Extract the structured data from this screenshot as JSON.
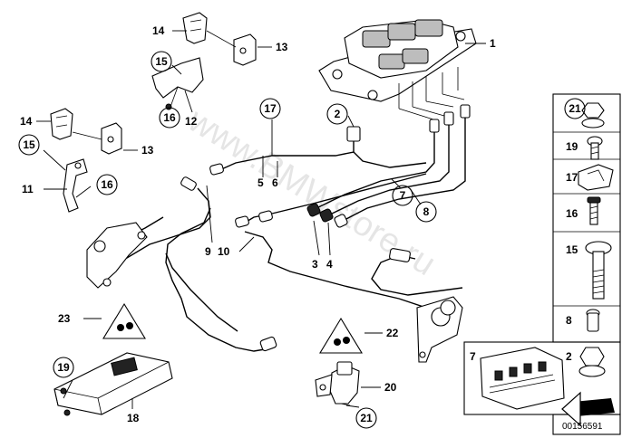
{
  "diagram": {
    "watermark": "www.BMWstore.ru",
    "catalog_number": "00156591",
    "callouts": [
      {
        "id": "c1",
        "text": "1",
        "circled": false
      },
      {
        "id": "c2",
        "text": "2",
        "circled": true
      },
      {
        "id": "c3",
        "text": "3",
        "circled": false
      },
      {
        "id": "c4",
        "text": "4",
        "circled": false
      },
      {
        "id": "c5",
        "text": "5",
        "circled": false
      },
      {
        "id": "c6",
        "text": "6",
        "circled": false
      },
      {
        "id": "c7",
        "text": "7",
        "circled": true
      },
      {
        "id": "c8",
        "text": "8",
        "circled": true
      },
      {
        "id": "c9",
        "text": "9",
        "circled": false
      },
      {
        "id": "c10",
        "text": "10",
        "circled": false
      },
      {
        "id": "c11",
        "text": "11",
        "circled": false
      },
      {
        "id": "c12",
        "text": "12",
        "circled": false
      },
      {
        "id": "c13a",
        "text": "13",
        "circled": false
      },
      {
        "id": "c13b",
        "text": "13",
        "circled": false
      },
      {
        "id": "c14a",
        "text": "14",
        "circled": false
      },
      {
        "id": "c14b",
        "text": "14",
        "circled": false
      },
      {
        "id": "c15a",
        "text": "15",
        "circled": true
      },
      {
        "id": "c15b",
        "text": "15",
        "circled": true
      },
      {
        "id": "c16a",
        "text": "16",
        "circled": true
      },
      {
        "id": "c16b",
        "text": "16",
        "circled": true
      },
      {
        "id": "c17",
        "text": "17",
        "circled": true
      },
      {
        "id": "c18",
        "text": "18",
        "circled": false
      },
      {
        "id": "c19",
        "text": "19",
        "circled": true
      },
      {
        "id": "c20",
        "text": "20",
        "circled": false
      },
      {
        "id": "c21",
        "text": "21",
        "circled": true
      },
      {
        "id": "c22",
        "text": "22",
        "circled": false
      },
      {
        "id": "c23",
        "text": "23",
        "circled": false
      }
    ],
    "side_panel": [
      {
        "id": "s21",
        "text": "21"
      },
      {
        "id": "s19",
        "text": "19"
      },
      {
        "id": "s17",
        "text": "17"
      },
      {
        "id": "s16",
        "text": "16"
      },
      {
        "id": "s15",
        "text": "15"
      },
      {
        "id": "s8",
        "text": "8"
      },
      {
        "id": "s2",
        "text": "2"
      },
      {
        "id": "s7",
        "text": "7"
      }
    ]
  }
}
